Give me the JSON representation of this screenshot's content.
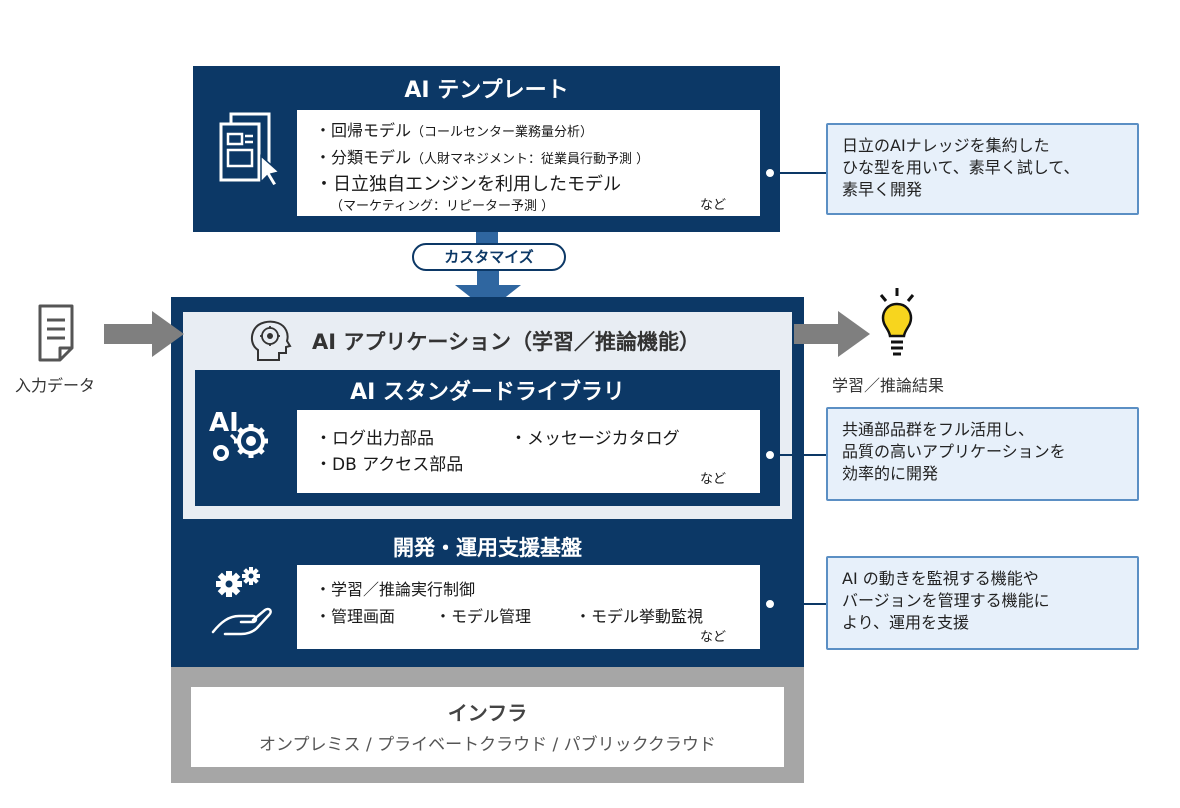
{
  "template": {
    "title": "AI テンプレート",
    "items": [
      {
        "main": "・回帰モデル",
        "sub": "（コールセンター業務量分析）"
      },
      {
        "main": "・分類モデル",
        "sub": "（人財マネジメント：従業員行動予測 ）"
      },
      {
        "main": "・日立独自エンジンを利用したモデル",
        "sub": ""
      }
    ],
    "item3_sub": "（マーケティング：リピーター予測 ）",
    "etc": "など",
    "icon": "template-document-icon"
  },
  "customize_label": "カスタマイズ",
  "input_label": "入力データ",
  "output_label": "学習／推論結果",
  "application": {
    "title": "AI アプリケーション（学習／推論機能）",
    "icon": "ai-head-icon"
  },
  "library": {
    "title": "AI スタンダードライブラリ",
    "item1": "・ログ出力部品",
    "item2": "・メッセージカタログ",
    "item3": "・DB アクセス部品",
    "etc": "など",
    "icon": "ai-gear-icon"
  },
  "platform": {
    "title": "開発・運用支援基盤",
    "item1": "・学習／推論実行制御",
    "item2": "・管理画面",
    "item3": "・モデル管理",
    "item4": "・モデル挙動監視",
    "etc": "など",
    "icon": "gears-hand-icon"
  },
  "infra": {
    "title": "インフラ",
    "subtitle": "オンプレミス / プライベートクラウド / パブリッククラウド"
  },
  "notes": [
    {
      "lines": [
        "日立のAIナレッジを集約した",
        "ひな型を用いて、素早く試して、",
        "素早く開発"
      ]
    },
    {
      "lines": [
        "共通部品群をフル活用し、",
        "品質の高いアプリケーションを",
        "効率的に開発"
      ]
    },
    {
      "lines": [
        "AI の動きを監視する機能や",
        "バージョンを管理する機能に",
        "より、運用を支援"
      ]
    }
  ],
  "colors": {
    "navy": "#0c3866",
    "light_panel": "#e8edf3",
    "note_bg": "#e7f0fa",
    "note_border": "#5b8fc4",
    "bulb": "#f7d51e",
    "arrow_gray": "#7f7f7f"
  }
}
